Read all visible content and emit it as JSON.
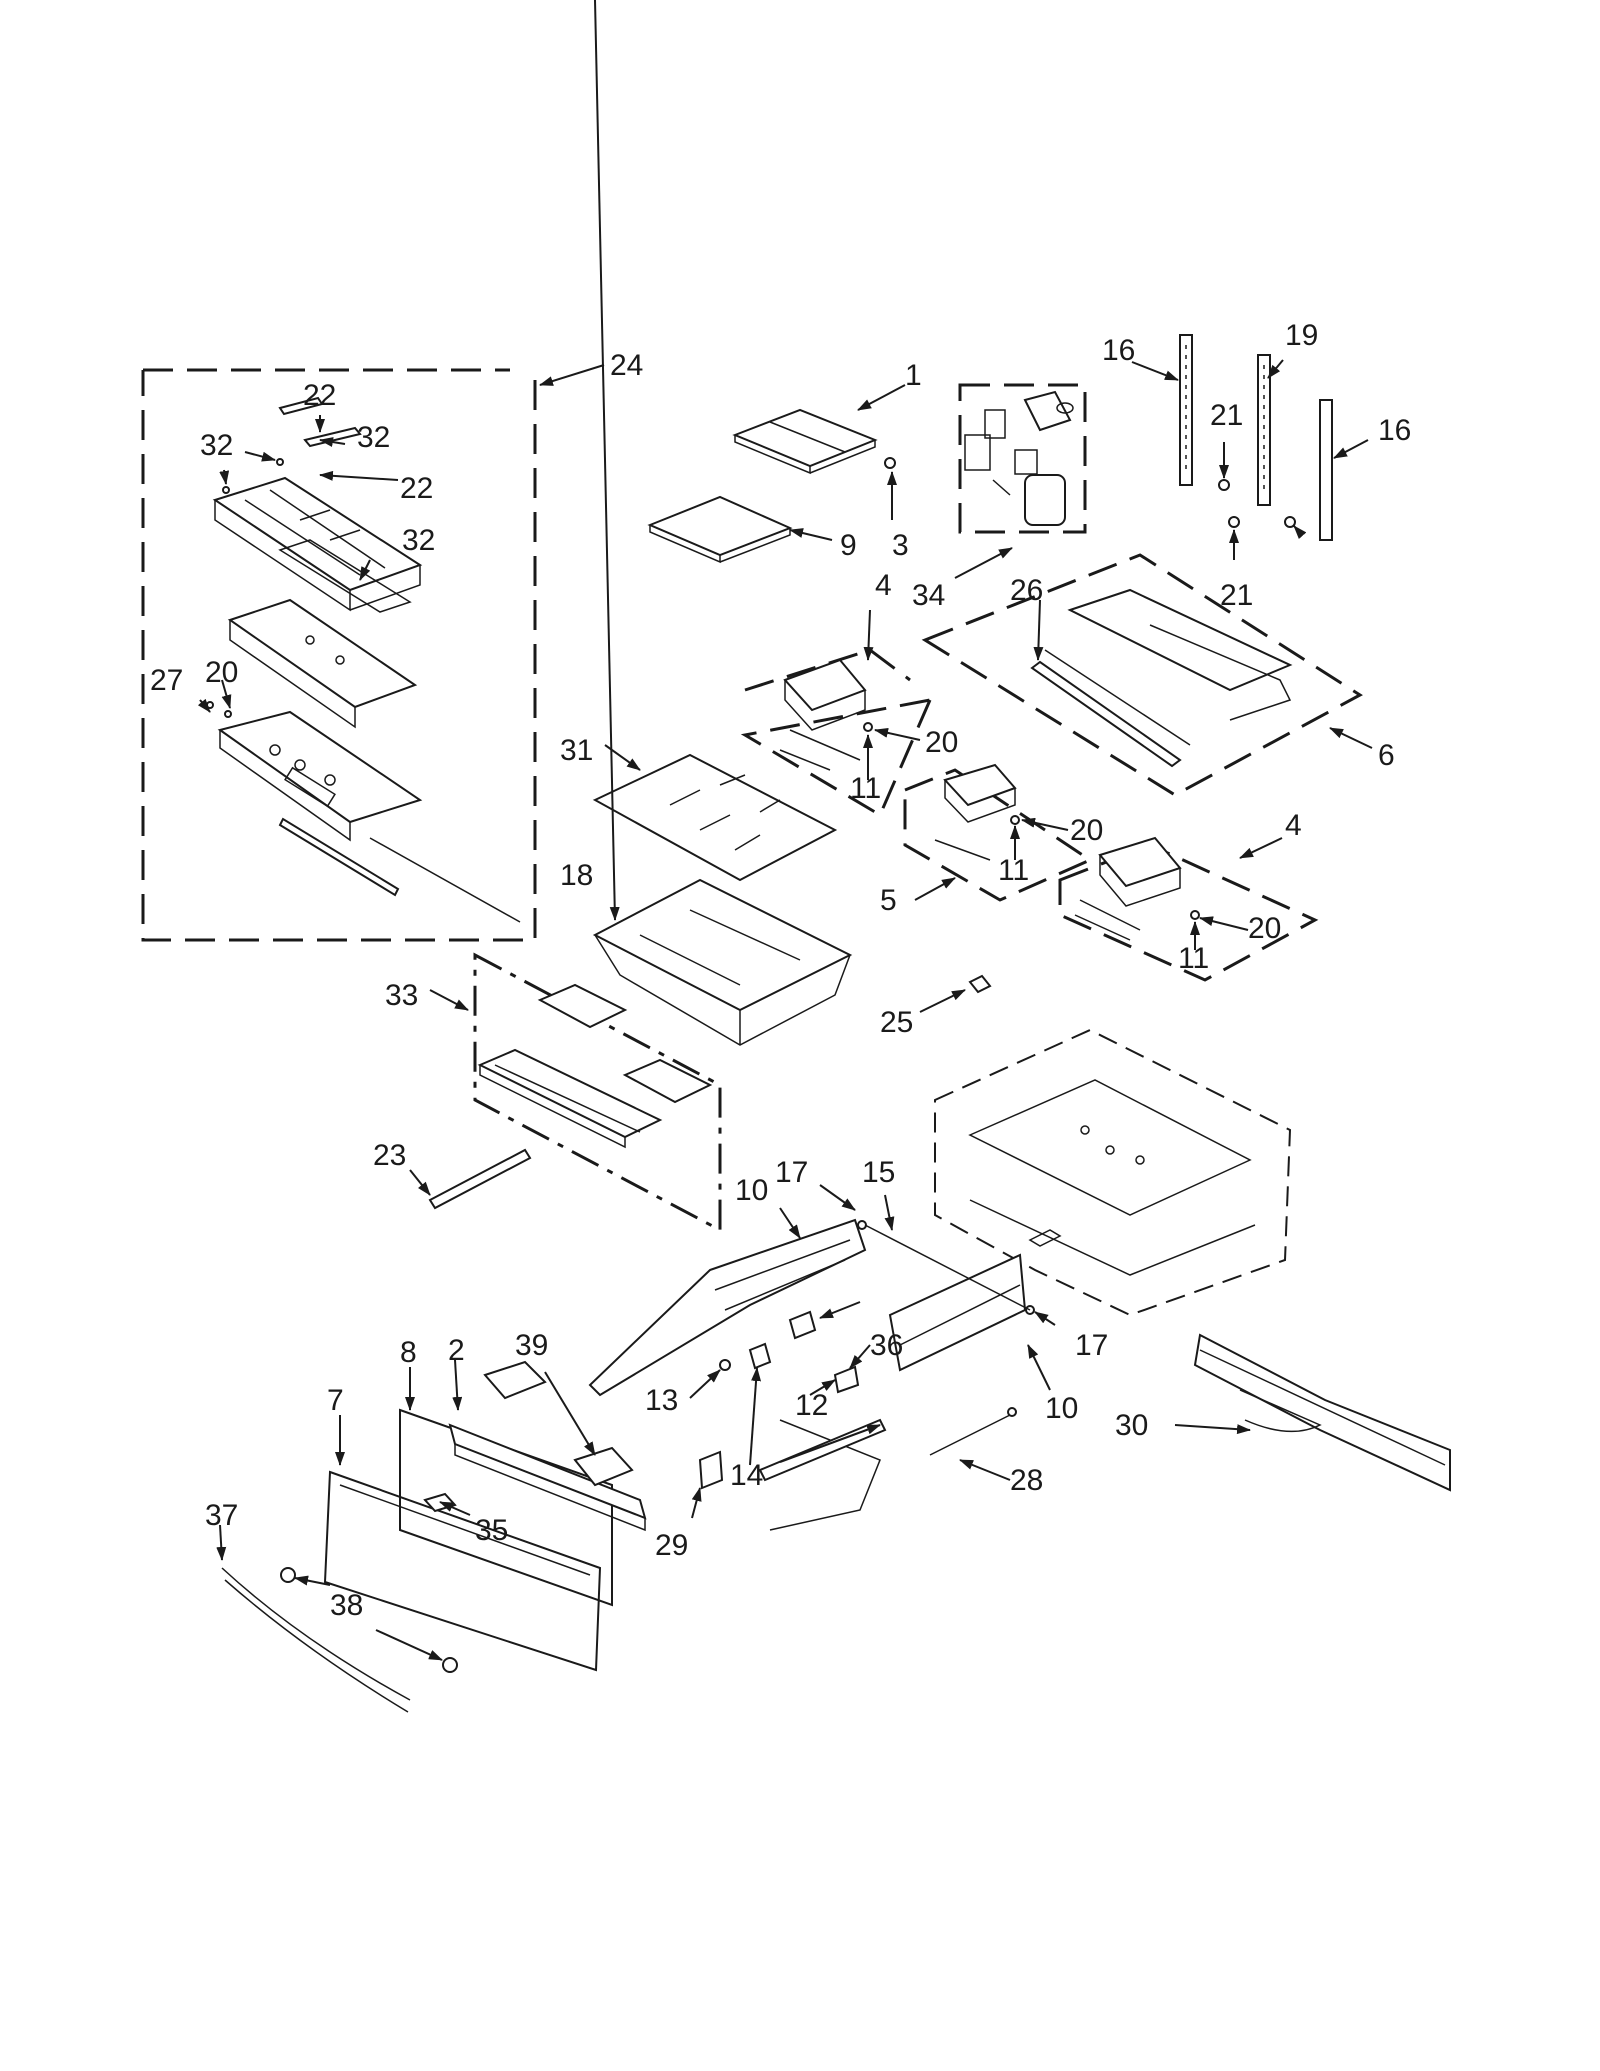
{
  "callouts": [
    {
      "id": "c1",
      "text": "1"
    },
    {
      "id": "c2",
      "text": "2"
    },
    {
      "id": "c3",
      "text": "3"
    },
    {
      "id": "c4a",
      "text": "4"
    },
    {
      "id": "c4b",
      "text": "4"
    },
    {
      "id": "c5",
      "text": "5"
    },
    {
      "id": "c6",
      "text": "6"
    },
    {
      "id": "c7",
      "text": "7"
    },
    {
      "id": "c8",
      "text": "8"
    },
    {
      "id": "c9",
      "text": "9"
    },
    {
      "id": "c10a",
      "text": "10"
    },
    {
      "id": "c10b",
      "text": "10"
    },
    {
      "id": "c11a",
      "text": "11"
    },
    {
      "id": "c11b",
      "text": "11"
    },
    {
      "id": "c11c",
      "text": "11"
    },
    {
      "id": "c12",
      "text": "12"
    },
    {
      "id": "c13",
      "text": "13"
    },
    {
      "id": "c14",
      "text": "14"
    },
    {
      "id": "c15",
      "text": "15"
    },
    {
      "id": "c16a",
      "text": "16"
    },
    {
      "id": "c16b",
      "text": "16"
    },
    {
      "id": "c17a",
      "text": "17"
    },
    {
      "id": "c17b",
      "text": "17"
    },
    {
      "id": "c18",
      "text": "18"
    },
    {
      "id": "c19",
      "text": "19"
    },
    {
      "id": "c20a",
      "text": "20"
    },
    {
      "id": "c20b",
      "text": "20"
    },
    {
      "id": "c20c",
      "text": "20"
    },
    {
      "id": "c20d",
      "text": "20"
    },
    {
      "id": "c21a",
      "text": "21"
    },
    {
      "id": "c21b",
      "text": "21"
    },
    {
      "id": "c22a",
      "text": "22"
    },
    {
      "id": "c22b",
      "text": "22"
    },
    {
      "id": "c23",
      "text": "23"
    },
    {
      "id": "c24",
      "text": "24"
    },
    {
      "id": "c25",
      "text": "25"
    },
    {
      "id": "c26",
      "text": "26"
    },
    {
      "id": "c27",
      "text": "27"
    },
    {
      "id": "c28",
      "text": "28"
    },
    {
      "id": "c29",
      "text": "29"
    },
    {
      "id": "c30",
      "text": "30"
    },
    {
      "id": "c31",
      "text": "31"
    },
    {
      "id": "c32a",
      "text": "32"
    },
    {
      "id": "c32b",
      "text": "32"
    },
    {
      "id": "c32c",
      "text": "32"
    },
    {
      "id": "c33",
      "text": "33"
    },
    {
      "id": "c34",
      "text": "34"
    },
    {
      "id": "c35",
      "text": "35"
    },
    {
      "id": "c36",
      "text": "36"
    },
    {
      "id": "c37",
      "text": "37"
    },
    {
      "id": "c38",
      "text": "38"
    },
    {
      "id": "c39",
      "text": "39"
    }
  ]
}
